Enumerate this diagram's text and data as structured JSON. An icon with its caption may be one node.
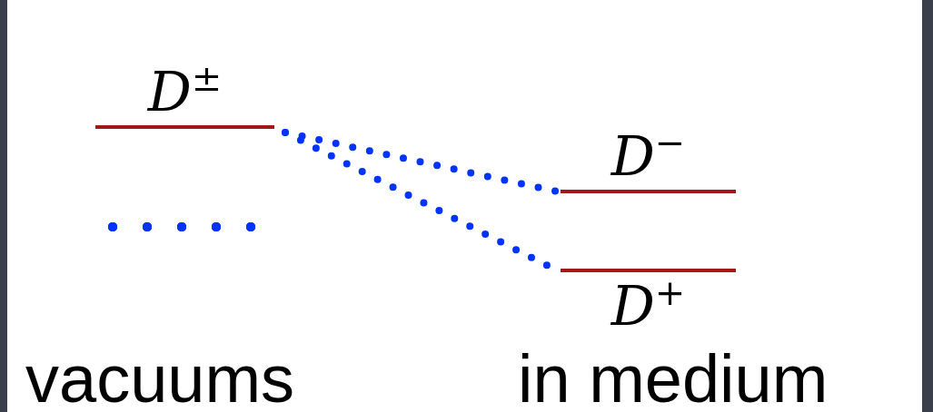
{
  "diagram": {
    "nodes": [
      {
        "text": [
          "*D*$^{±}$"
        ]
      },
      {
        "text": [],
        "shape": "bar"
      },
      {
        "text": [
          "*D*$^{−}$"
        ]
      },
      {
        "text": [
          "*D*$^{+}$"
        ]
      }
    ],
    "edges": [
      {
        "from": 0,
        "to": 2,
        "arrow": "none",
        "style": "dashed",
        "color": "#0033ff"
      },
      {
        "from": 0,
        "to": 3,
        "arrow": "none",
        "style": "dashed",
        "color": "#0033ff"
      }
    ],
    "labels": [
      "vacuums",
      "in medium"
    ]
  }
}
